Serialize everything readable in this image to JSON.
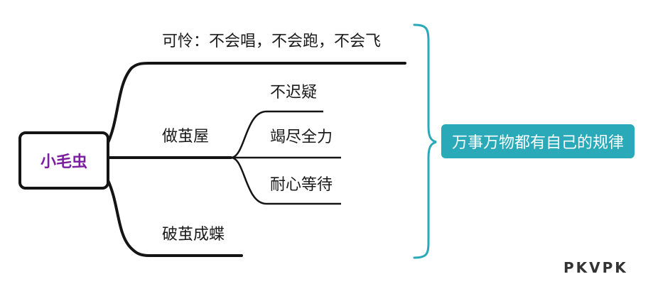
{
  "root": {
    "label": "小毛虫"
  },
  "branches": [
    {
      "label": "可怜：不会唱，不会跑，不会飞",
      "children": []
    },
    {
      "label": "做茧屋",
      "children": [
        "不迟疑",
        "竭尽全力",
        "耐心等待"
      ]
    },
    {
      "label": "破茧成蝶",
      "children": []
    }
  ],
  "summary": {
    "label": "万事万物都有自己的规律",
    "color": "#2aa9b8"
  },
  "watermark": "PKVPK",
  "colors": {
    "line": "#141414",
    "brace": "#2aa9b8",
    "root_text": "#7a1fa0"
  }
}
